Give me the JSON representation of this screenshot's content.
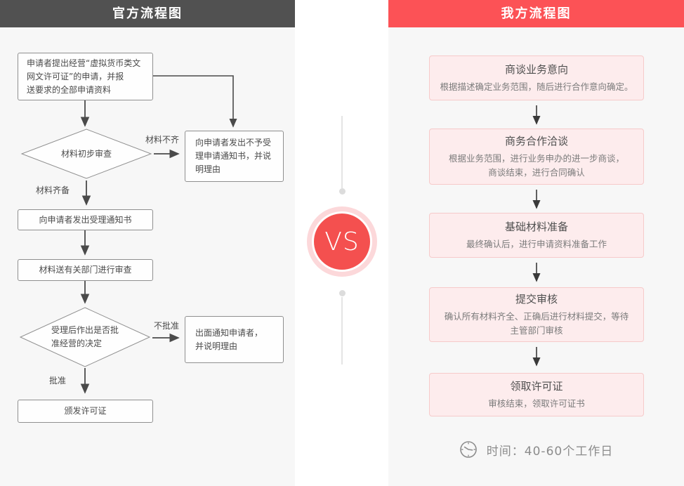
{
  "left": {
    "header": "官方流程图",
    "apply_box": "申请者提出经营“虚拟货币类文\n网文许可证”的申请，并报\n送要求的全部申请资料",
    "diamond_initial_review": "材料初步审查",
    "label_materials_incomplete": "材料不齐",
    "reject_notice_box": "向申请者发出不予受\n理申请通知书，并说\n明理由",
    "label_materials_complete": "材料齐备",
    "accept_notice_box": "向申请者发出受理通知书",
    "dept_review_box": "材料送有关部门进行审查",
    "diamond_approval_decision": "受理后作出是否批\n准经营的决定",
    "label_not_approved": "不批准",
    "notify_applicant_box": "出面通知申请者，\n并说明理由",
    "label_approved": "批准",
    "issue_license_box": "颁发许可证"
  },
  "vs": {
    "label": "VS"
  },
  "right": {
    "header": "我方流程图",
    "steps": [
      {
        "title": "商谈业务意向",
        "desc": "根据描述确定业务范围，随后进行合作意向确定。"
      },
      {
        "title": "商务合作洽谈",
        "desc": "根据业务范围，进行业务申办的进一步商谈，\n商谈结束，进行合同确认"
      },
      {
        "title": "基础材料准备",
        "desc": "最终确认后，进行申请资料准备工作"
      },
      {
        "title": "提交审核",
        "desc": "确认所有材料齐全、正确后进行材料提交，等待\n主管部门审核"
      },
      {
        "title": "领取许可证",
        "desc": "审核结束，领取许可证书"
      }
    ],
    "time_note": "时间：40-60个工作日"
  },
  "colors": {
    "left_header_bg": "#515151",
    "right_header_bg": "#fc5256",
    "panel_bg": "#f7f7f7",
    "vs_red": "#f4504f",
    "vs_ring_pink": "#fcd8da",
    "step_fill": "#fdeced",
    "step_border": "#f6caca"
  }
}
